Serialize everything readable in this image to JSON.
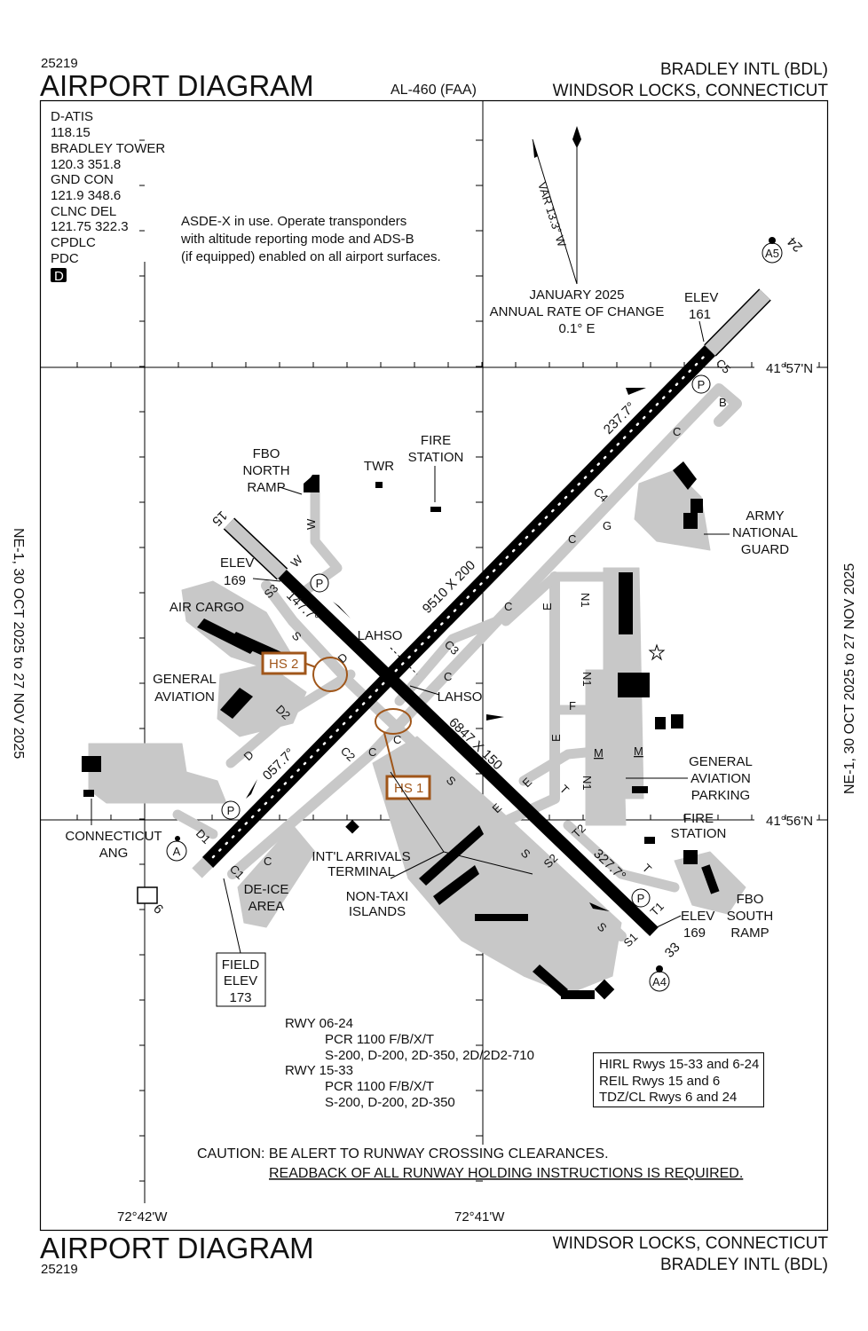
{
  "header": {
    "chart_number": "25219",
    "title": "AIRPORT DIAGRAM",
    "chart_id": "AL-460 (FAA)",
    "airport": "BRADLEY INTL (BDL)",
    "city": "WINDSOR LOCKS, CONNECTICUT"
  },
  "footer": {
    "chart_number": "25219",
    "title": "AIRPORT DIAGRAM",
    "city": "WINDSOR LOCKS, CONNECTICUT",
    "airport": "BRADLEY INTL (BDL)"
  },
  "side_text": "NE-1, 30 OCT 2025 to 27 NOV 2025",
  "frequencies": [
    "D-ATIS",
    "118.15",
    "BRADLEY TOWER",
    "120.3  351.8",
    "GND CON",
    "121.9  348.6",
    "CLNC DEL",
    "121.75  322.3",
    "CPDLC",
    "PDC"
  ],
  "d_badge": "D",
  "asdex_note": [
    "ASDE-X in use. Operate transponders",
    "with altitude reporting mode and ADS-B",
    "(if equipped) enabled on all airport surfaces."
  ],
  "magvar": {
    "var": "VAR 13.3° W",
    "date": "JANUARY 2025",
    "rate_label": "ANNUAL RATE OF CHANGE",
    "rate": "0.1° E"
  },
  "coordinates": {
    "lat_north": "41°57'N",
    "lat_south": "41°56'N",
    "lon_west": "72°42'W",
    "lon_east": "72°41'W"
  },
  "runways": {
    "rwy_24": "24",
    "rwy_6": "6",
    "rwy_15": "15",
    "rwy_33": "33",
    "dims_6_24": "9510 X 200",
    "dims_15_33": "6847 X 150",
    "hdg_237": "237.7°",
    "hdg_057": "057.7°",
    "hdg_147": "147.7°",
    "hdg_327": "327.7°"
  },
  "elevations": {
    "elev_label": "ELEV",
    "rwy24_elev": "161",
    "rwy15_elev": "169",
    "rwy33_elev": "169",
    "field": [
      "FIELD",
      "ELEV",
      "173"
    ]
  },
  "facilities": {
    "fbo_north": [
      "FBO",
      "NORTH",
      "RAMP"
    ],
    "twr": "TWR",
    "fire_north": [
      "FIRE",
      "STATION"
    ],
    "army": [
      "ARMY",
      "NATIONAL",
      "GUARD"
    ],
    "air_cargo": "AIR CARGO",
    "ga": [
      "GENERAL",
      "AVIATION"
    ],
    "ga_parking": [
      "GENERAL",
      "AVIATION",
      "PARKING"
    ],
    "fire_south": [
      "FIRE",
      "STATION"
    ],
    "fbo_south": [
      "FBO",
      "SOUTH",
      "RAMP"
    ],
    "ct_ang": [
      "CONNECTICUT",
      "ANG"
    ],
    "intl_arrivals": [
      "INT'L ARRIVALS",
      "TERMINAL"
    ],
    "non_taxi": [
      "NON-TAXI",
      "ISLANDS"
    ],
    "deice": [
      "DE-ICE",
      "AREA"
    ],
    "lahso": "LAHSO",
    "hs1": "HS 1",
    "hs2": "HS 2"
  },
  "taxiways": [
    "C5",
    "B",
    "C",
    "C4",
    "G",
    "C",
    "C",
    "N1",
    "E",
    "N1",
    "F",
    "E",
    "M",
    "M",
    "N1",
    "C3",
    "C",
    "W",
    "W",
    "S3",
    "S",
    "D",
    "D2",
    "D",
    "C2",
    "C",
    "C",
    "S",
    "E",
    "E",
    "T",
    "T2",
    "T",
    "T1",
    "S",
    "S2",
    "S",
    "S1",
    "C1",
    "C",
    "D1"
  ],
  "markers": {
    "p": "P",
    "a": "A",
    "a5": "A5",
    "a4": "A4"
  },
  "remarks": {
    "rwy_0624": [
      "RWY 06-24",
      "PCR 1100 F/B/X/T",
      "S-200, D-200, 2D-350, 2D/2D2-710"
    ],
    "rwy_1533": [
      "RWY 15-33",
      "PCR 1100 F/B/X/T",
      "S-200, D-200, 2D-350"
    ],
    "lighting": [
      "HIRL Rwys 15-33 and 6-24",
      "REIL Rwys 15 and 6",
      "TDZ/CL Rwys 6 and 24"
    ],
    "caution": "CAUTION: BE ALERT TO RUNWAY CROSSING CLEARANCES.",
    "readback": "READBACK OF ALL RUNWAY HOLDING INSTRUCTIONS IS REQUIRED."
  },
  "colors": {
    "taxiway": "#c8c8c8",
    "runway": "#000000",
    "hot_spot": "#a0561a"
  }
}
